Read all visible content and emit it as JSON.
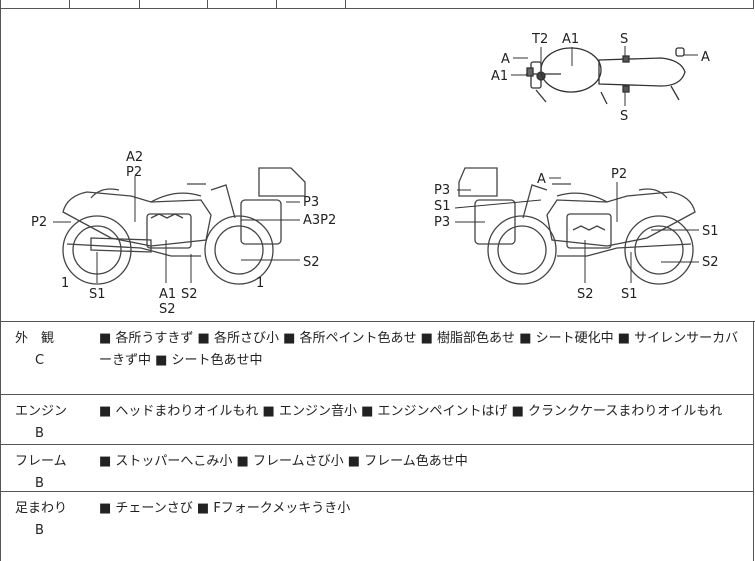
{
  "diagram": {
    "top_view_labels": {
      "a_left_upper": "A",
      "a_left_lower": "A1",
      "t2": "T2",
      "a1_tank": "A1",
      "s_upper": "S",
      "s_lower": "S",
      "a_right": "A"
    },
    "left_side_labels": {
      "a2": "A2",
      "p2_top": "P2",
      "p2_left": "P2",
      "p3": "P3",
      "a3p2": "A3P2",
      "s2_right": "S2",
      "one_left": "1",
      "one_right": "1",
      "s1": "S1",
      "a1": "A1",
      "s2_bottom": "S2",
      "s2_lower": "S2"
    },
    "right_side_labels": {
      "a_top": "A",
      "p2": "P2",
      "p3_upper": "P3",
      "s1_left": "S1",
      "p3_lower": "P3",
      "s1_right": "S1",
      "s2_right": "S2",
      "s2_bottom": "S2",
      "s1_bottom": "S1"
    }
  },
  "sections": [
    {
      "category": "外　観",
      "grade": "C",
      "items": "■ 各所うすきず ■ 各所さび小 ■ 各所ペイント色あせ ■ 樹脂部色あせ ■ シート硬化中 ■ サイレンサーカバーきず中 ■ シート色あせ中"
    },
    {
      "category": "エンジン",
      "grade": "B",
      "items": "■ ヘッドまわりオイルもれ ■ エンジン音小 ■ エンジンペイントはげ ■ クランクケースまわりオイルもれ"
    },
    {
      "category": "フレーム",
      "grade": "B",
      "items": "■ ストッパーへこみ小 ■ フレームさび小 ■ フレーム色あせ中"
    },
    {
      "category": "足まわり",
      "grade": "B",
      "items": "■ チェーンさび ■ Fフォークメッキうき小"
    }
  ]
}
